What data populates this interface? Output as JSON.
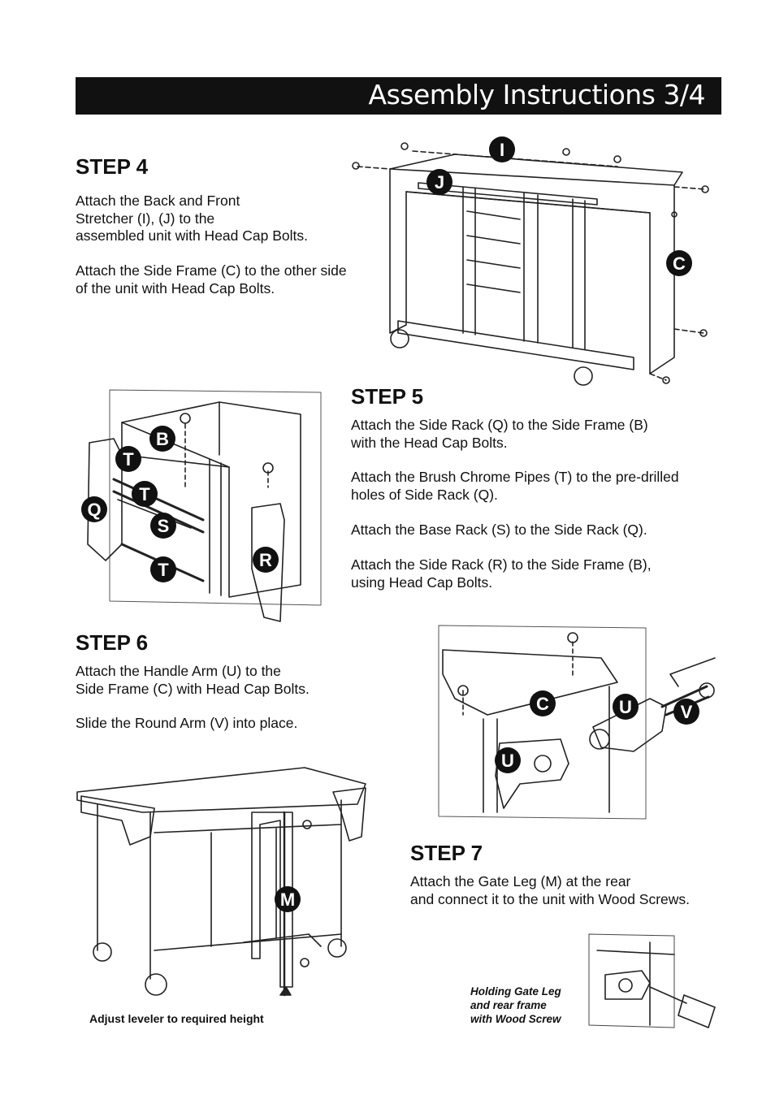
{
  "header": {
    "title": "Assembly Instructions 3/4"
  },
  "steps": {
    "step4": {
      "heading": "STEP 4",
      "para1": "Attach the Back and Front\nStretcher (I), (J) to the\nassembled unit with Head Cap Bolts.",
      "para2": "Attach the Side Frame (C) to the other side\nof the unit with Head Cap Bolts.",
      "labels": [
        "I",
        "J",
        "C"
      ]
    },
    "step5": {
      "heading": "STEP 5",
      "para1": "Attach the Side Rack (Q) to the Side Frame (B)\nwith the Head Cap Bolts.",
      "para2": "Attach the Brush Chrome Pipes (T) to the pre-drilled\nholes of Side Rack (Q).",
      "para3": "Attach the Base Rack (S) to the Side Rack (Q).",
      "para4": "Attach the Side Rack (R) to the Side Frame (B),\nusing Head Cap Bolts.",
      "labels": [
        "B",
        "T",
        "T",
        "Q",
        "S",
        "T",
        "R"
      ]
    },
    "step6": {
      "heading": "STEP 6",
      "para1": "Attach the Handle Arm (U) to the\nSide Frame (C) with Head Cap Bolts.",
      "para2": "Slide the Round Arm (V) into place.",
      "labels": [
        "C",
        "U",
        "V",
        "U"
      ]
    },
    "step7": {
      "heading": "STEP 7",
      "para1": "Attach the Gate Leg (M) at the rear\nand connect it to the unit with Wood Screws.",
      "labels": [
        "M"
      ],
      "caption_left": "Adjust leveler to required height",
      "caption_right": "Holding Gate Leg\nand rear frame\nwith Wood Screw"
    }
  }
}
